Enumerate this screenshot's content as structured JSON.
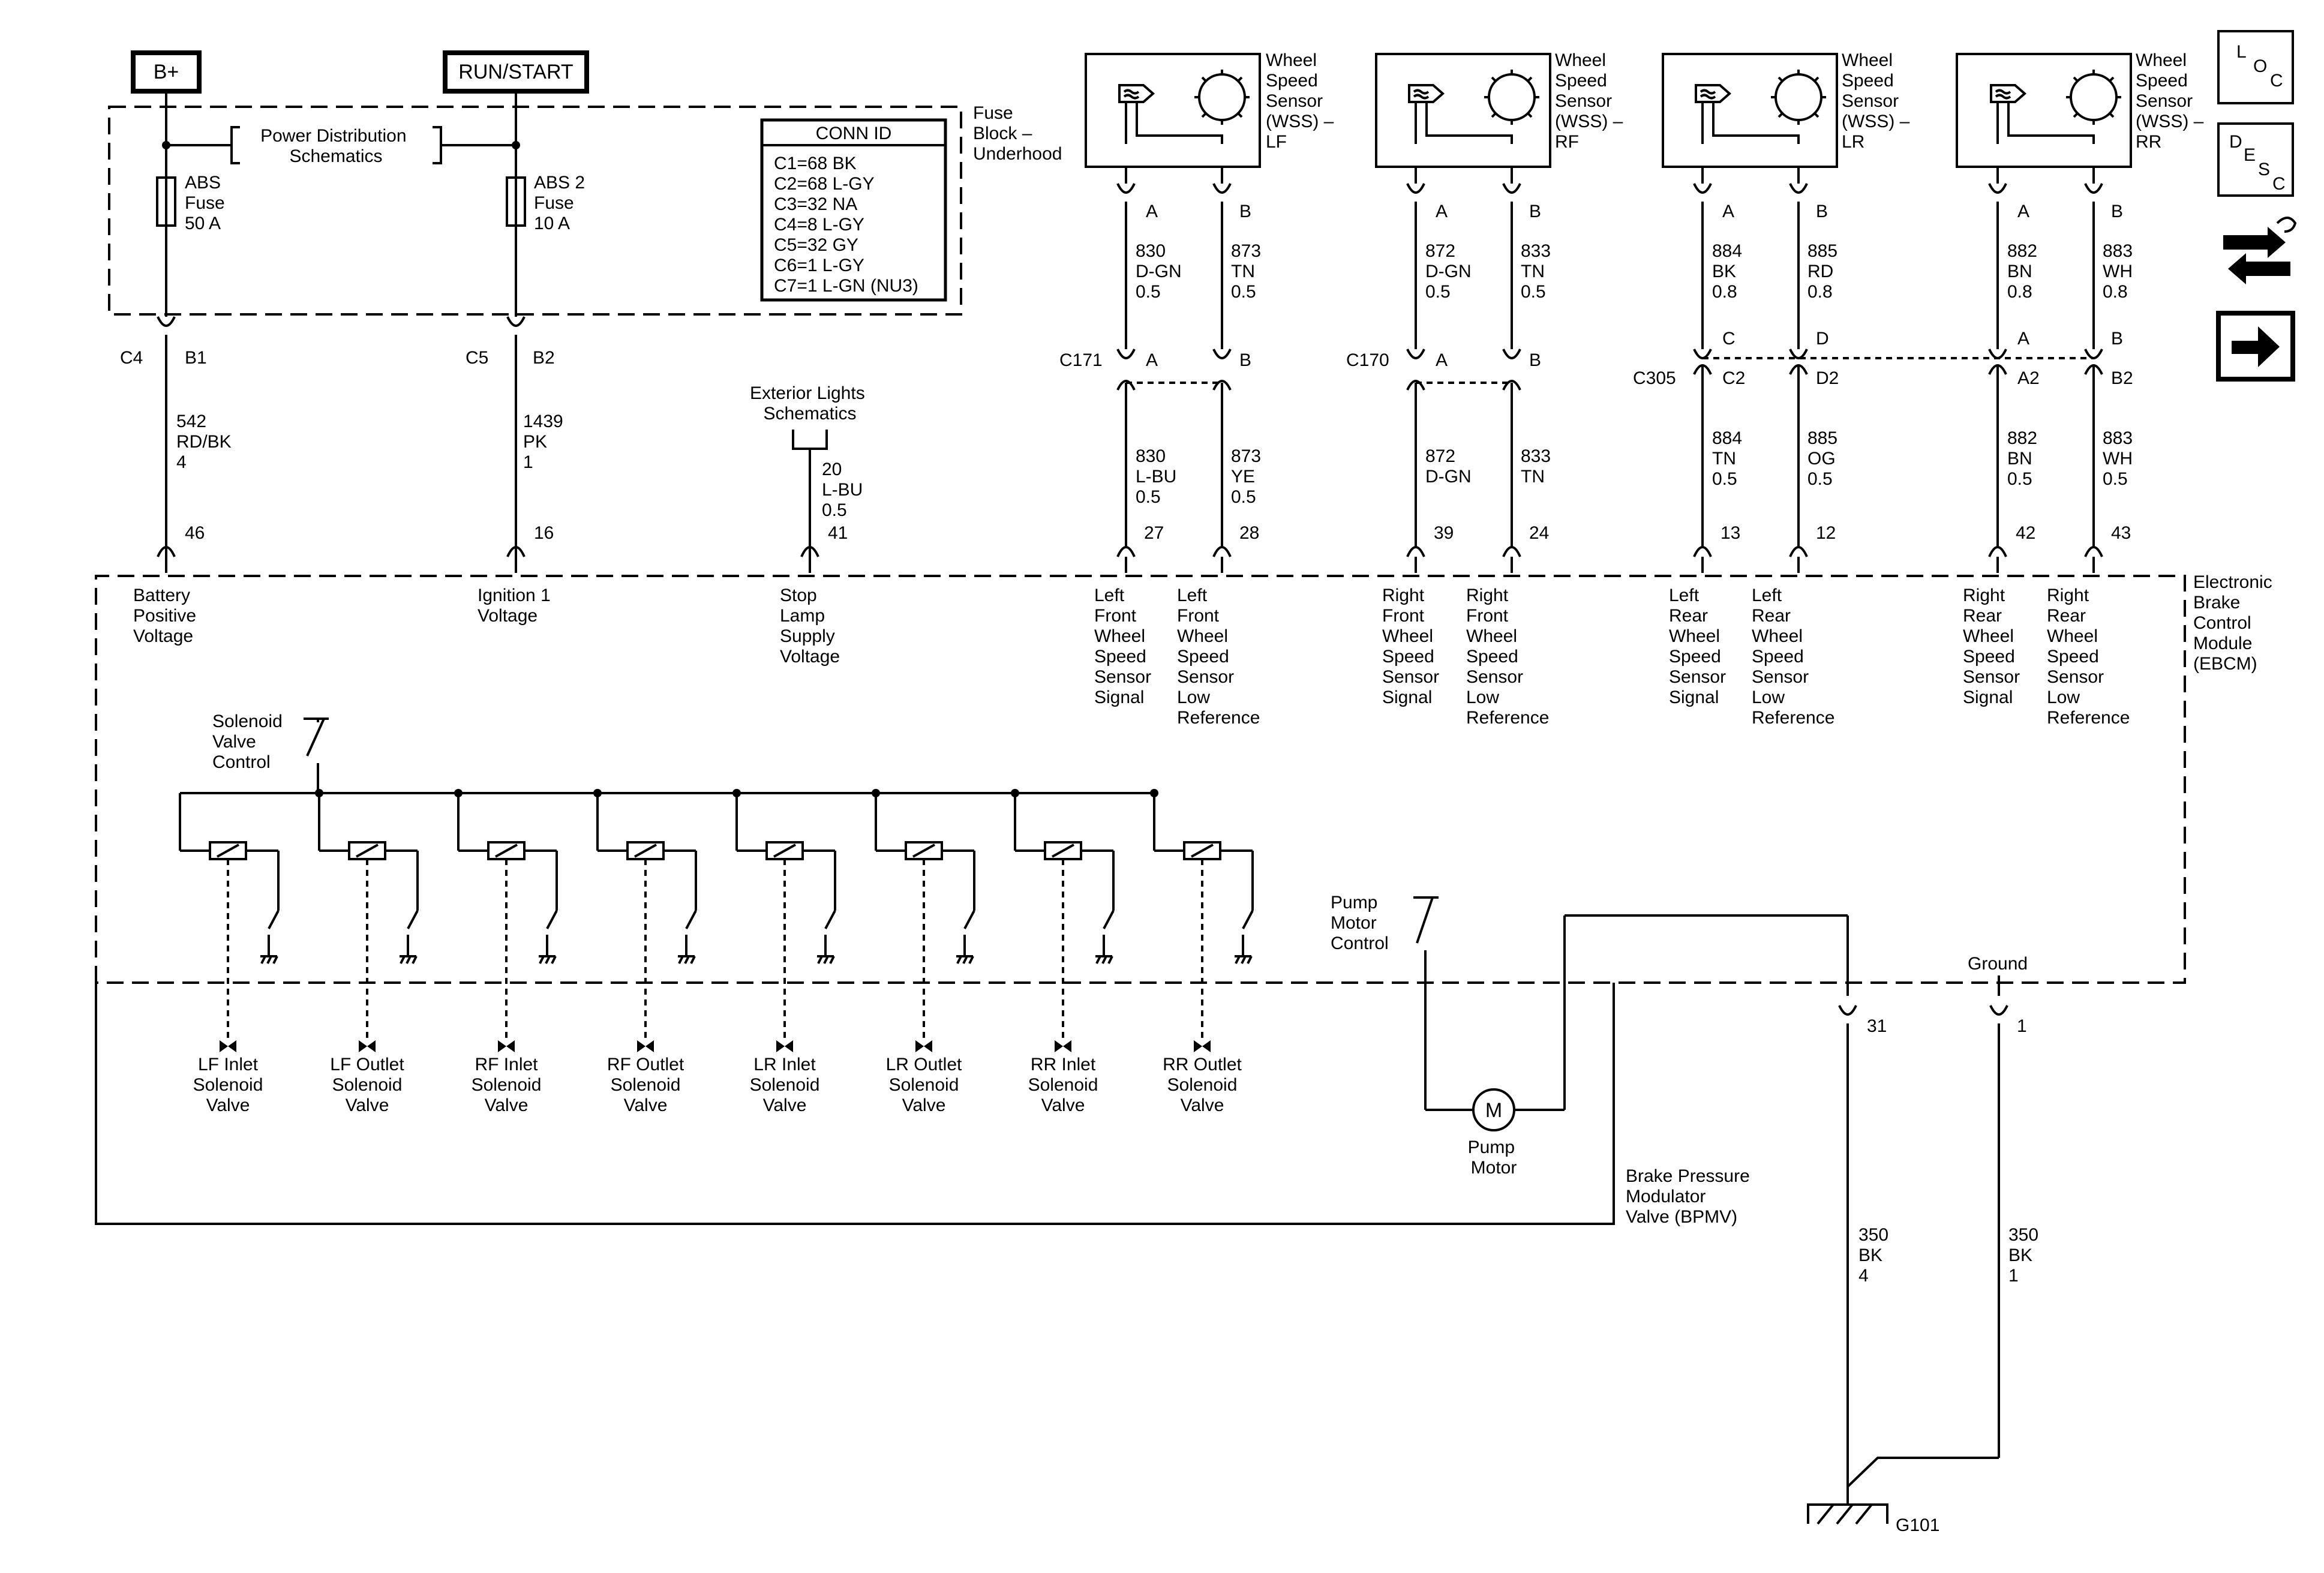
{
  "power_sources": {
    "bplus": "B+",
    "run_start": "RUN/START"
  },
  "fuse_block": {
    "label": [
      "Fuse",
      "Block –",
      "Underhood"
    ],
    "power_distribution": [
      "Power Distribution",
      "Schematics"
    ],
    "abs_fuse": [
      "ABS",
      "Fuse",
      "50 A"
    ],
    "abs2_fuse": [
      "ABS 2",
      "Fuse",
      "10 A"
    ],
    "conn_id": {
      "title": "CONN ID",
      "rows": [
        "C1=68 BK",
        "C2=68 L-GY",
        "C3=32 NA",
        "C4=8 L-GY",
        "C5=32 GY",
        "C6=1 L-GY",
        "C7=1 L-GN (NU3)"
      ]
    }
  },
  "connectors_top": {
    "c4": "C4",
    "b1": "B1",
    "c5": "C5",
    "b2": "B2",
    "wire_542": [
      "542",
      "RD/BK",
      "4"
    ],
    "wire_1439": [
      "1439",
      "PK",
      "1"
    ]
  },
  "exterior_lights": {
    "label": [
      "Exterior Lights",
      "Schematics"
    ],
    "wire": [
      "20",
      "L-BU",
      "0.5"
    ]
  },
  "wheel_sensors": [
    {
      "label": [
        "Wheel",
        "Speed",
        "Sensor",
        "(WSS) –",
        "LF"
      ],
      "pin_a": "A",
      "pin_b": "B",
      "wire_a": [
        "830",
        "D-GN",
        "0.5"
      ],
      "wire_b": [
        "873",
        "TN",
        "0.5"
      ],
      "connector": "C171",
      "conn_pin_a": "A",
      "conn_pin_b": "B",
      "wire_a2": [
        "830",
        "L-BU",
        "0.5"
      ],
      "wire_b2": [
        "873",
        "YE",
        "0.5"
      ],
      "ebcm_pin_a": "27",
      "ebcm_pin_b": "28",
      "sig_label": [
        "Left",
        "Front",
        "Wheel",
        "Speed",
        "Sensor",
        "Signal"
      ],
      "ref_label": [
        "Left",
        "Front",
        "Wheel",
        "Speed",
        "Sensor",
        "Low",
        "Reference"
      ]
    },
    {
      "label": [
        "Wheel",
        "Speed",
        "Sensor",
        "(WSS) –",
        "RF"
      ],
      "pin_a": "A",
      "pin_b": "B",
      "wire_a": [
        "872",
        "D-GN",
        "0.5"
      ],
      "wire_b": [
        "833",
        "TN",
        "0.5"
      ],
      "connector": "C170",
      "conn_pin_a": "A",
      "conn_pin_b": "B",
      "wire_a2": [
        "872",
        "D-GN"
      ],
      "wire_b2": [
        "833",
        "TN"
      ],
      "ebcm_pin_a": "39",
      "ebcm_pin_b": "24",
      "sig_label": [
        "Right",
        "Front",
        "Wheel",
        "Speed",
        "Sensor",
        "Signal"
      ],
      "ref_label": [
        "Right",
        "Front",
        "Wheel",
        "Speed",
        "Sensor",
        "Low",
        "Reference"
      ]
    },
    {
      "label": [
        "Wheel",
        "Speed",
        "Sensor",
        "(WSS) –",
        "LR"
      ],
      "pin_a": "A",
      "pin_b": "B",
      "wire_a": [
        "884",
        "BK",
        "0.8"
      ],
      "wire_b": [
        "885",
        "RD",
        "0.8"
      ],
      "connector": "C305",
      "conn_pin_a": "C",
      "conn_pin_b": "D",
      "conn_pin_a2": "C2",
      "conn_pin_b2": "D2",
      "wire_a2": [
        "884",
        "TN",
        "0.5"
      ],
      "wire_b2": [
        "885",
        "OG",
        "0.5"
      ],
      "ebcm_pin_a": "13",
      "ebcm_pin_b": "12",
      "sig_label": [
        "Left",
        "Rear",
        "Wheel",
        "Speed",
        "Sensor",
        "Signal"
      ],
      "ref_label": [
        "Left",
        "Rear",
        "Wheel",
        "Speed",
        "Sensor",
        "Low",
        "Reference"
      ]
    },
    {
      "label": [
        "Wheel",
        "Speed",
        "Sensor",
        "(WSS) –",
        "RR"
      ],
      "pin_a": "A",
      "pin_b": "B",
      "wire_a": [
        "882",
        "BN",
        "0.8"
      ],
      "wire_b": [
        "883",
        "WH",
        "0.8"
      ],
      "conn_pin_a": "A",
      "conn_pin_b": "B",
      "conn_pin_a2": "A2",
      "conn_pin_b2": "B2",
      "wire_a2": [
        "882",
        "BN",
        "0.5"
      ],
      "wire_b2": [
        "883",
        "WH",
        "0.5"
      ],
      "ebcm_pin_a": "42",
      "ebcm_pin_b": "43",
      "sig_label": [
        "Right",
        "Rear",
        "Wheel",
        "Speed",
        "Sensor",
        "Signal"
      ],
      "ref_label": [
        "Right",
        "Rear",
        "Wheel",
        "Speed",
        "Sensor",
        "Low",
        "Reference"
      ]
    }
  ],
  "ebcm": {
    "label": [
      "Electronic",
      "Brake",
      "Control",
      "Module",
      "(EBCM)"
    ],
    "pin_46": "46",
    "pin_16": "16",
    "pin_41": "41",
    "battery_label": [
      "Battery",
      "Positive",
      "Voltage"
    ],
    "ignition_label": [
      "Ignition 1",
      "Voltage"
    ],
    "stop_lamp_label": [
      "Stop",
      "Lamp",
      "Supply",
      "Voltage"
    ],
    "solenoid_control": [
      "Solenoid",
      "Valve",
      "Control"
    ],
    "pump_control": [
      "Pump",
      "Motor",
      "Control"
    ],
    "ground_label": "Ground"
  },
  "solenoid_valves": [
    [
      "LF Inlet",
      "Solenoid",
      "Valve"
    ],
    [
      "LF Outlet",
      "Solenoid",
      "Valve"
    ],
    [
      "RF Inlet",
      "Solenoid",
      "Valve"
    ],
    [
      "RF Outlet",
      "Solenoid",
      "Valve"
    ],
    [
      "LR Inlet",
      "Solenoid",
      "Valve"
    ],
    [
      "LR Outlet",
      "Solenoid",
      "Valve"
    ],
    [
      "RR Inlet",
      "Solenoid",
      "Valve"
    ],
    [
      "RR Outlet",
      "Solenoid",
      "Valve"
    ]
  ],
  "pump_motor": {
    "symbol": "M",
    "label": [
      "Pump",
      "Motor"
    ]
  },
  "bpmv": [
    "Brake Pressure",
    "Modulator",
    "Valve (BPMV)"
  ],
  "ground": {
    "pin_31": "31",
    "pin_1": "1",
    "wire_left": [
      "350",
      "BK",
      "4"
    ],
    "wire_right": [
      "350",
      "BK",
      "1"
    ],
    "g101": "G101"
  },
  "nav_icons": {
    "loc": [
      "L",
      "O",
      "C"
    ],
    "desc": [
      "D",
      "E",
      "S",
      "C"
    ]
  }
}
